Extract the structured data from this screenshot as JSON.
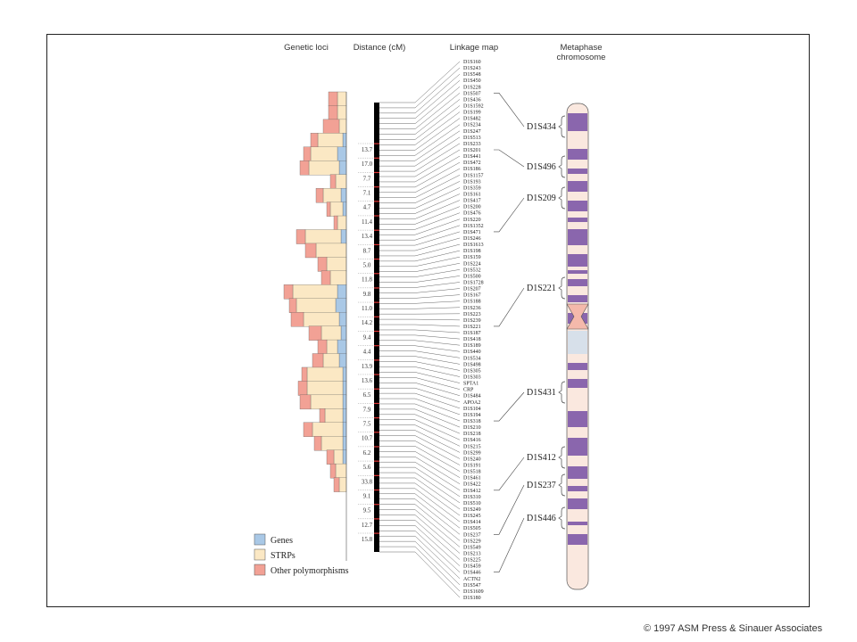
{
  "headers": {
    "genetic_loci": "Genetic loci",
    "distance": "Distance (cM)",
    "linkage_map": "Linkage map",
    "metaphase_line1": "Metaphase",
    "metaphase_line2": "chromosome"
  },
  "colors": {
    "genes": "#a9c8e6",
    "strps": "#fbe8c4",
    "other": "#f2a195",
    "band_dark": "#8a66ad",
    "band_light": "#fae8df",
    "centromere": "#f4b9ab",
    "cent_region": "#d7e0ea"
  },
  "legend": [
    {
      "label": "Genes",
      "color": "#a9c8e6"
    },
    {
      "label": "STRPs",
      "color": "#fbe8c4"
    },
    {
      "label": "Other polymorphisms",
      "color": "#f2a195"
    }
  ],
  "distances": [
    "13.7",
    "17.0",
    "7.7",
    "7.1",
    "4.7",
    "11.4",
    "13.4",
    "8.7",
    "5.0",
    "11.8",
    "9.8",
    "11.0",
    "14.2",
    "9.4",
    "4.4",
    "13.9",
    "13.6",
    "6.5",
    "7.9",
    "7.5",
    "10.7",
    "6.2",
    "5.6",
    "33.8",
    "9.1",
    "9.5",
    "12.7",
    "15.8"
  ],
  "linkage_markers": [
    "D1S160",
    "D1S243",
    "D1S548",
    "D1S450",
    "D1S228",
    "D1S507",
    "D1S436",
    "D1S1592",
    "D1S199",
    "D1S482",
    "D1S234",
    "D1S247",
    "D1S513",
    "D1S233",
    "D1S201",
    "D1S441",
    "D1S472",
    "D1S186",
    "D1S1157",
    "D1S193",
    "D1S359",
    "D1S161",
    "D1S417",
    "D1S200",
    "D1S476",
    "D1S220",
    "D1S1352",
    "D1S471",
    "D1S246",
    "D1S1613",
    "D1S198",
    "D1S159",
    "D1S224",
    "D1S532",
    "D1S500",
    "D1S1728",
    "D1S207",
    "D1S167",
    "D1S188",
    "D1S236",
    "D1S223",
    "D1S239",
    "D1S221",
    "D1S187",
    "D1S418",
    "D1S189",
    "D1S440",
    "D1S534",
    "D1S498",
    "D1S305",
    "D1S303",
    "SPTA1",
    "CRP",
    "D1S484",
    "APOA2",
    "D1S104",
    "D1S194",
    "D1S318",
    "D1S210",
    "D1S218",
    "D1S416",
    "D1S215",
    "D1S299",
    "D1S240",
    "D1S191",
    "D1S518",
    "D1S461",
    "D1S422",
    "D1S412",
    "D1S310",
    "D1S510",
    "D1S249",
    "D1S245",
    "D1S414",
    "D1S505",
    "D1S237",
    "D1S229",
    "D1S549",
    "D1S213",
    "D1S225",
    "D1S459",
    "D1S446",
    "ACTN2",
    "D1S547",
    "D1S1609",
    "D1S180"
  ],
  "chromosome_markers": [
    {
      "label": "D1S434",
      "marker_index": 5
    },
    {
      "label": "D1S496",
      "marker_index": 14
    },
    {
      "label": "D1S209",
      "marker_index": 27
    },
    {
      "label": "D1S221",
      "marker_index": 42
    },
    {
      "label": "D1S431",
      "marker_index": 57
    },
    {
      "label": "D1S412",
      "marker_index": 68
    },
    {
      "label": "D1S237",
      "marker_index": 75
    },
    {
      "label": "D1S446",
      "marker_index": 81
    }
  ],
  "credit": "© 1997 ASM Press & Sinauer Associates"
}
